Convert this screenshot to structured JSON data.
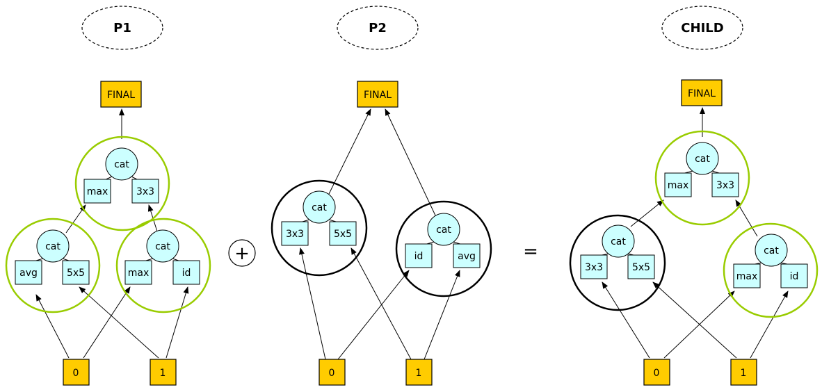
{
  "titles": {
    "p1": "P1",
    "p2": "P2",
    "child": "CHILD"
  },
  "operators": {
    "plus": "+",
    "equals": "="
  },
  "p1": {
    "final": "FINAL",
    "top": {
      "op": "cat",
      "left": "max",
      "right": "3x3"
    },
    "left": {
      "op": "cat",
      "left": "avg",
      "right": "5x5"
    },
    "right": {
      "op": "cat",
      "left": "max",
      "right": "id"
    },
    "in0": "0",
    "in1": "1"
  },
  "p2": {
    "final": "FINAL",
    "left": {
      "op": "cat",
      "left": "3x3",
      "right": "5x5"
    },
    "right": {
      "op": "cat",
      "left": "id",
      "right": "avg"
    },
    "in0": "0",
    "in1": "1"
  },
  "child": {
    "final": "FINAL",
    "top": {
      "op": "cat",
      "left": "max",
      "right": "3x3"
    },
    "left": {
      "op": "cat",
      "left": "3x3",
      "right": "5x5"
    },
    "right": {
      "op": "cat",
      "left": "max",
      "right": "id"
    },
    "in0": "0",
    "in1": "1"
  },
  "colors": {
    "input_fill": "#ffcc00",
    "op_fill": "#ccffff",
    "ring_green": "#99cc00",
    "ring_black": "#000000"
  }
}
